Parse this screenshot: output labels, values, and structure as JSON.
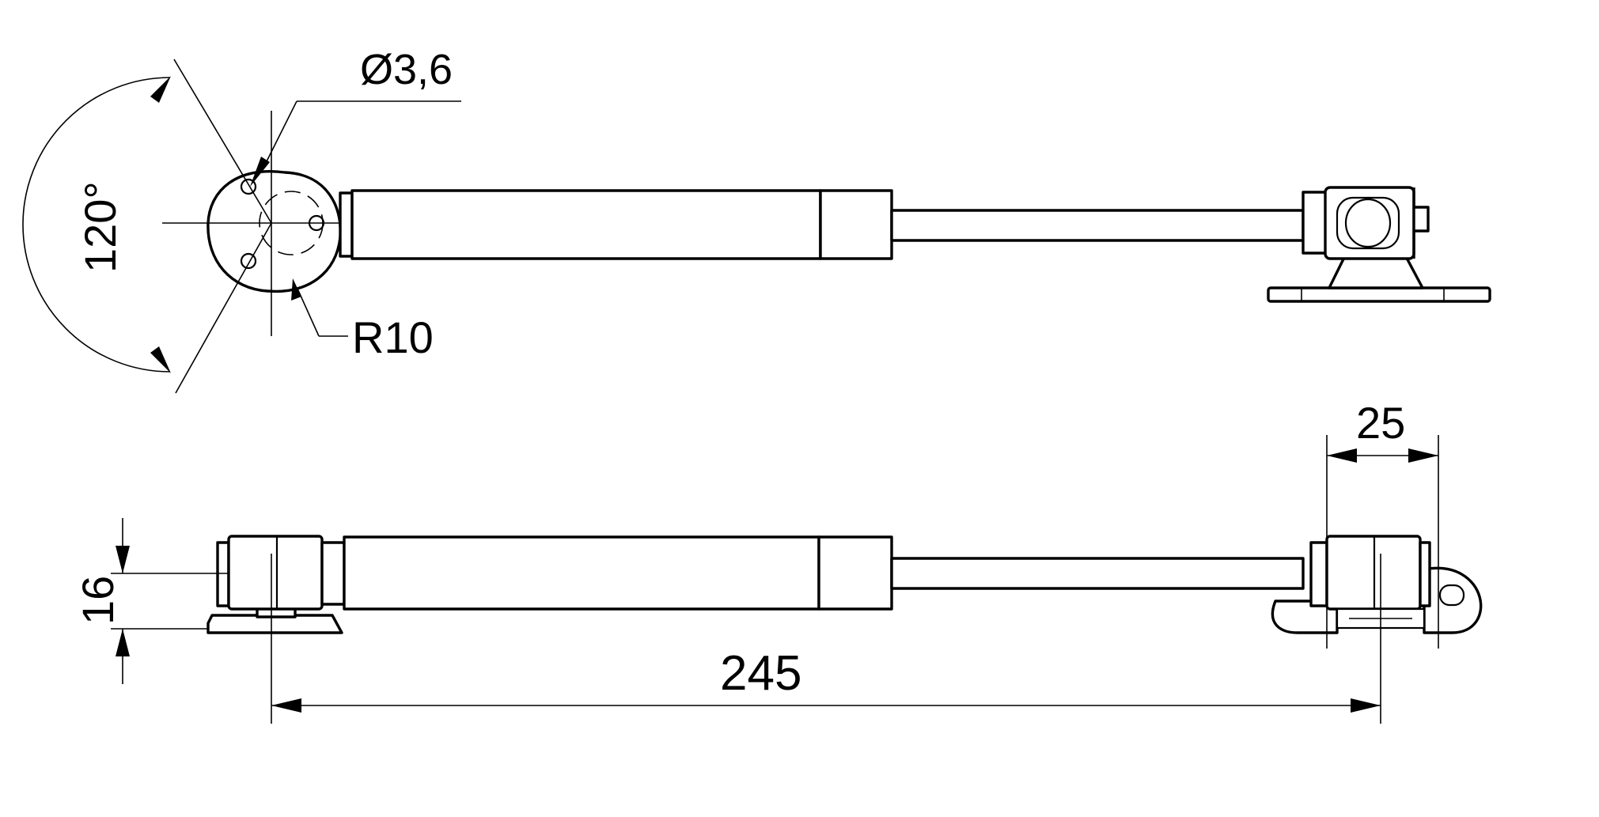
{
  "dimensions": {
    "hole_diameter": "Ø3,6",
    "angle": "120°",
    "radius": "R10",
    "bracket_width": "25",
    "height": "16",
    "length": "245"
  },
  "colors": {
    "line": "#000000",
    "background": "#ffffff"
  }
}
